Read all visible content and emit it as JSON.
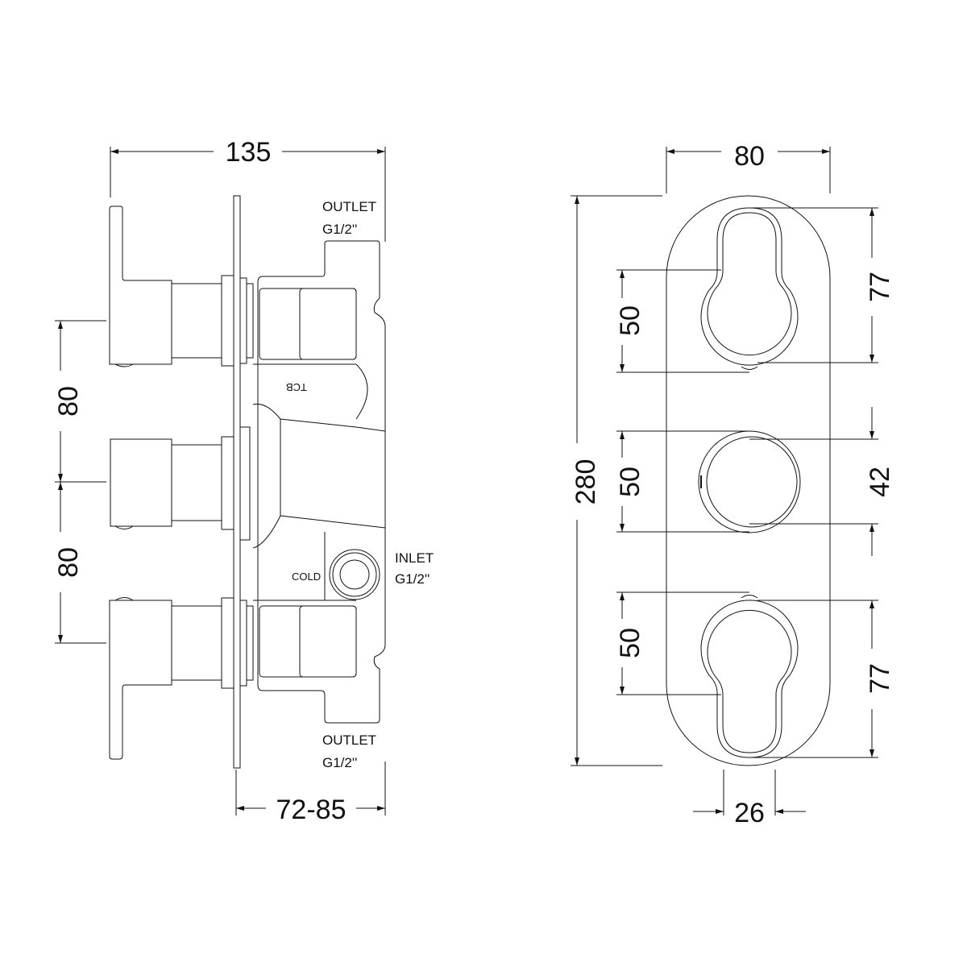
{
  "side_view": {
    "overall_depth": "135",
    "spacing_upper": "80",
    "spacing_lower": "80",
    "wall_depth": "72-85",
    "outlet_top": {
      "line1": "OUTLET",
      "line2": "G1/2''"
    },
    "outlet_bottom": {
      "line1": "OUTLET",
      "line2": "G1/2''"
    },
    "inlet": {
      "line1": "INLET",
      "line2": "G1/2''"
    },
    "cold_label": "COLD",
    "tcb_label": "TCB"
  },
  "front_view": {
    "width": "80",
    "height": "280",
    "top_handle_spacing": "50",
    "middle_knob_spacing": "50",
    "bottom_handle_spacing": "50",
    "top_handle_length": "77",
    "middle_knob_diameter": "42",
    "bottom_handle_length": "77",
    "handle_width": "26"
  },
  "colors": {
    "line": "#111111",
    "background": "#ffffff"
  }
}
